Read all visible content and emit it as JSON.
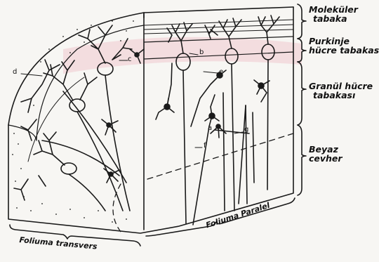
{
  "layers": {
    "molecular": {
      "line1": "Moleküler",
      "line2": "tabaka"
    },
    "purkinje": {
      "line1": "Purkinje",
      "line2": "hücre tabakası"
    },
    "granular": {
      "line1": "Granül hücre",
      "line2": "tabakası"
    },
    "white": {
      "line1": "Beyaz",
      "line2": "cevher"
    }
  },
  "planes": {
    "transverse": "Foliuma transvers",
    "parallel": "Foliuma Paralel"
  },
  "markers": {
    "a": "a",
    "b": "b",
    "c": "c",
    "d": "d",
    "e": "e",
    "f": "f",
    "g": "g"
  },
  "colors": {
    "ink": "#1a1a1a",
    "background": "#f7f6f3",
    "watermark": "#e9b9c0"
  }
}
